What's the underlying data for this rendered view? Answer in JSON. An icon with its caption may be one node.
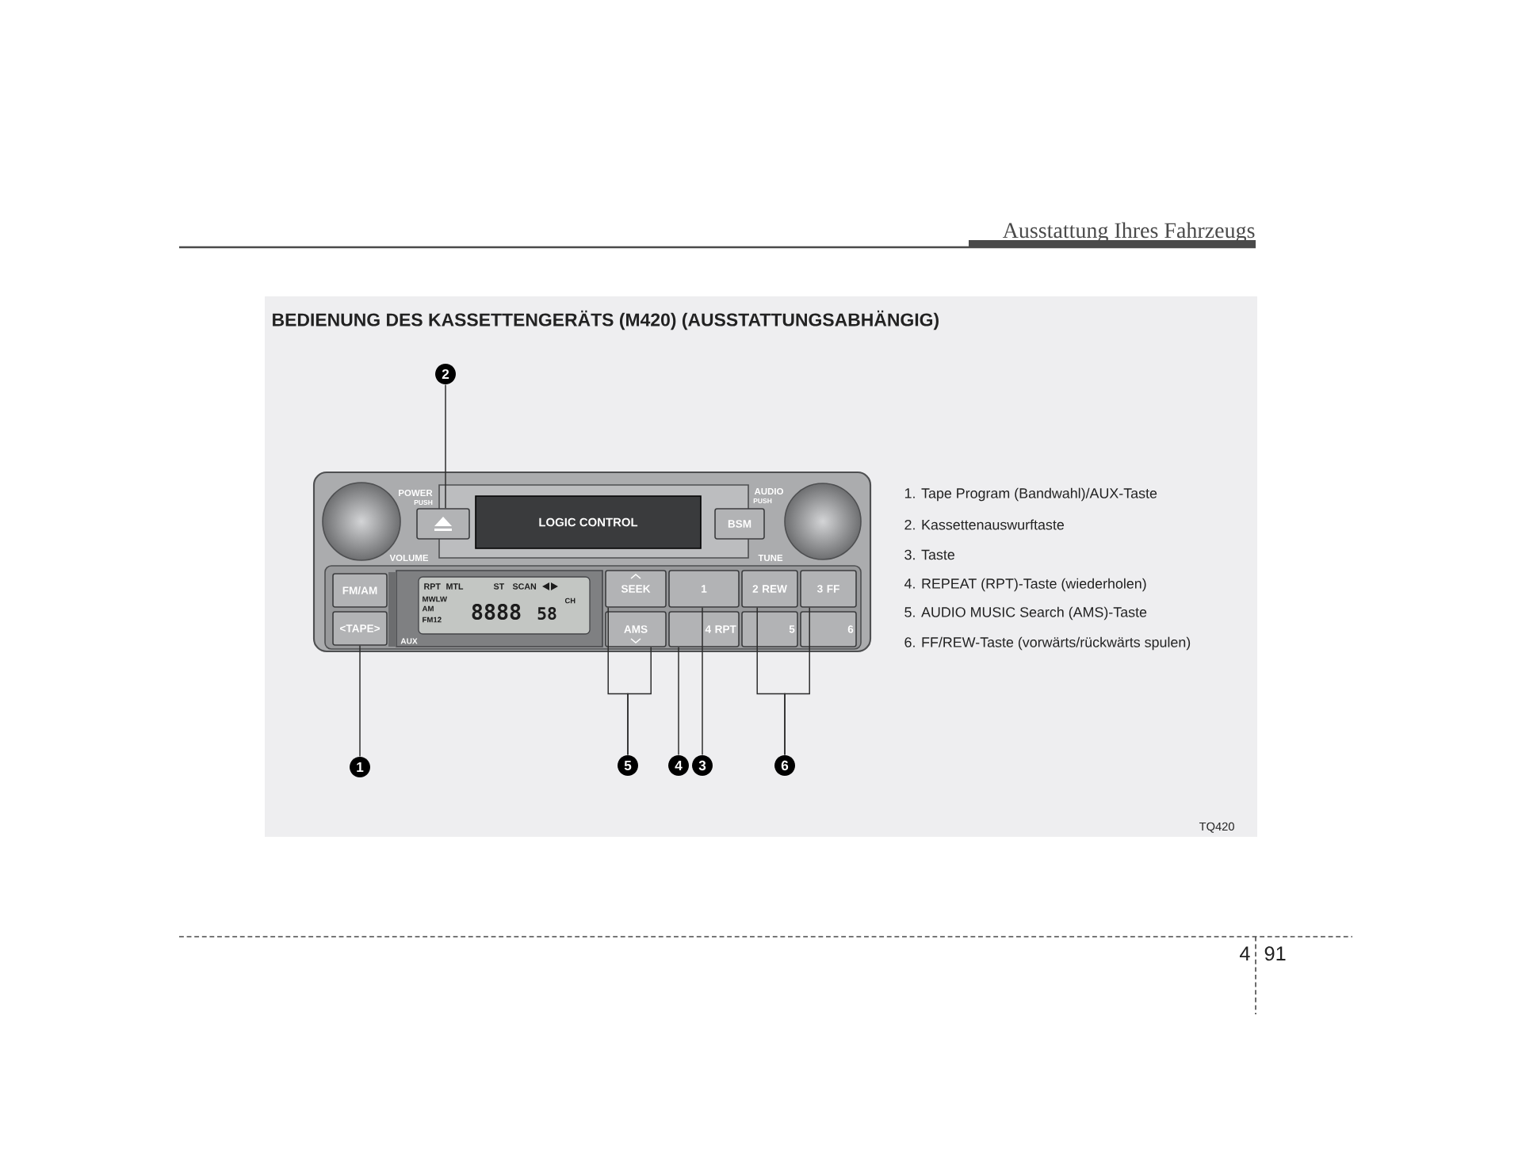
{
  "diagram": {
    "title": "BEDIENUNG DES KASSETTENGERÄTS (M420) (AUSSTATTUNGSABHÄNGIG)",
    "nodes": [
      {
        "text": [
          "2"
        ]
      },
      {
        "text": [],
        "shape": "box"
      },
      {
        "text": [],
        "shape": "box",
        "in": 1
      },
      {
        "text": [
          "LOGIC CONTROL"
        ],
        "in": 1
      },
      {
        "text": [
          "BSM"
        ],
        "in": 1
      },
      {
        "text": [
          "FM/AM"
        ],
        "in": 1
      },
      {
        "text": [
          "<TAPE>"
        ],
        "in": 1
      },
      {
        "text": [
          "RPT",
          "MTL",
          "ST",
          "SCAN",
          "MWLW",
          "AM",
          "FM12",
          "8888",
          "58",
          "CH"
        ],
        "in": 1
      },
      {
        "text": [
          "SEEK"
        ],
        "in": 1
      },
      {
        "text": [
          "1"
        ],
        "in": 1
      },
      {
        "text": [
          "2 REW"
        ],
        "in": 1
      },
      {
        "text": [
          "3 FF"
        ],
        "in": 1
      },
      {
        "text": [
          "AMS"
        ],
        "in": 1
      },
      {
        "text": [
          "4 RPT"
        ],
        "in": 1
      },
      {
        "text": [
          "5"
        ],
        "in": 1
      },
      {
        "text": [
          "6"
        ],
        "in": 1
      },
      {
        "text": [
          "1"
        ]
      },
      {
        "text": [
          "5"
        ]
      },
      {
        "text": [
          "4"
        ]
      },
      {
        "text": [
          "3"
        ]
      },
      {
        "text": [
          "6"
        ]
      }
    ],
    "edges": [
      {
        "from": 0,
        "to": 2,
        "arrow": "none"
      },
      {
        "from": 16,
        "to": 6,
        "arrow": "none"
      },
      {
        "from": 17,
        "to": 8,
        "arrow": "none"
      },
      {
        "from": 17,
        "to": 12,
        "arrow": "none"
      },
      {
        "from": 18,
        "to": 13,
        "arrow": "none"
      },
      {
        "from": 19,
        "to": 9,
        "arrow": "none"
      },
      {
        "from": 20,
        "to": 10,
        "arrow": "none"
      },
      {
        "from": 20,
        "to": 11,
        "arrow": "none"
      }
    ],
    "labels": [
      "Ausstattung Ihres Fahrzeugs",
      "POWER",
      "PUSH",
      "AUDIO",
      "PUSH",
      "VOLUME",
      "TUNE",
      "AUX",
      "1. Tape Program (Bandwahl)/AUX-Taste",
      "2. Kassettenauswurftaste",
      "3. Taste",
      "4. REPEAT (RPT)-Taste (wiederholen)",
      "5. AUDIO MUSIC Search (AMS)-Taste",
      "6. FF/REW-Taste (vorwärts/rückwärts spulen)",
      "TQ420",
      "4",
      "91"
    ]
  }
}
